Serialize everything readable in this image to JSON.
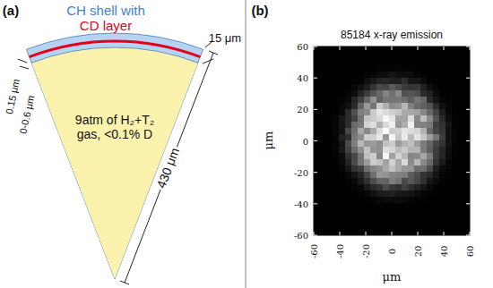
{
  "diagram": {
    "nodes": [
      {
        "text": [
          "9atm of H₂+T₂ gas, <0.1% D"
        ]
      }
    ],
    "labels": [
      "(a)",
      "CH shell with",
      "CD layer",
      "15 μm",
      "0.15 μm",
      "0-0.6 μm",
      "430 μm",
      "(b)",
      "85184 x-ray emission",
      "60",
      "40",
      "20",
      "0",
      "-20",
      "-40",
      "-60",
      "μm",
      "-60",
      "-40",
      "-20",
      "0",
      "20",
      "40",
      "60",
      "μm"
    ]
  }
}
